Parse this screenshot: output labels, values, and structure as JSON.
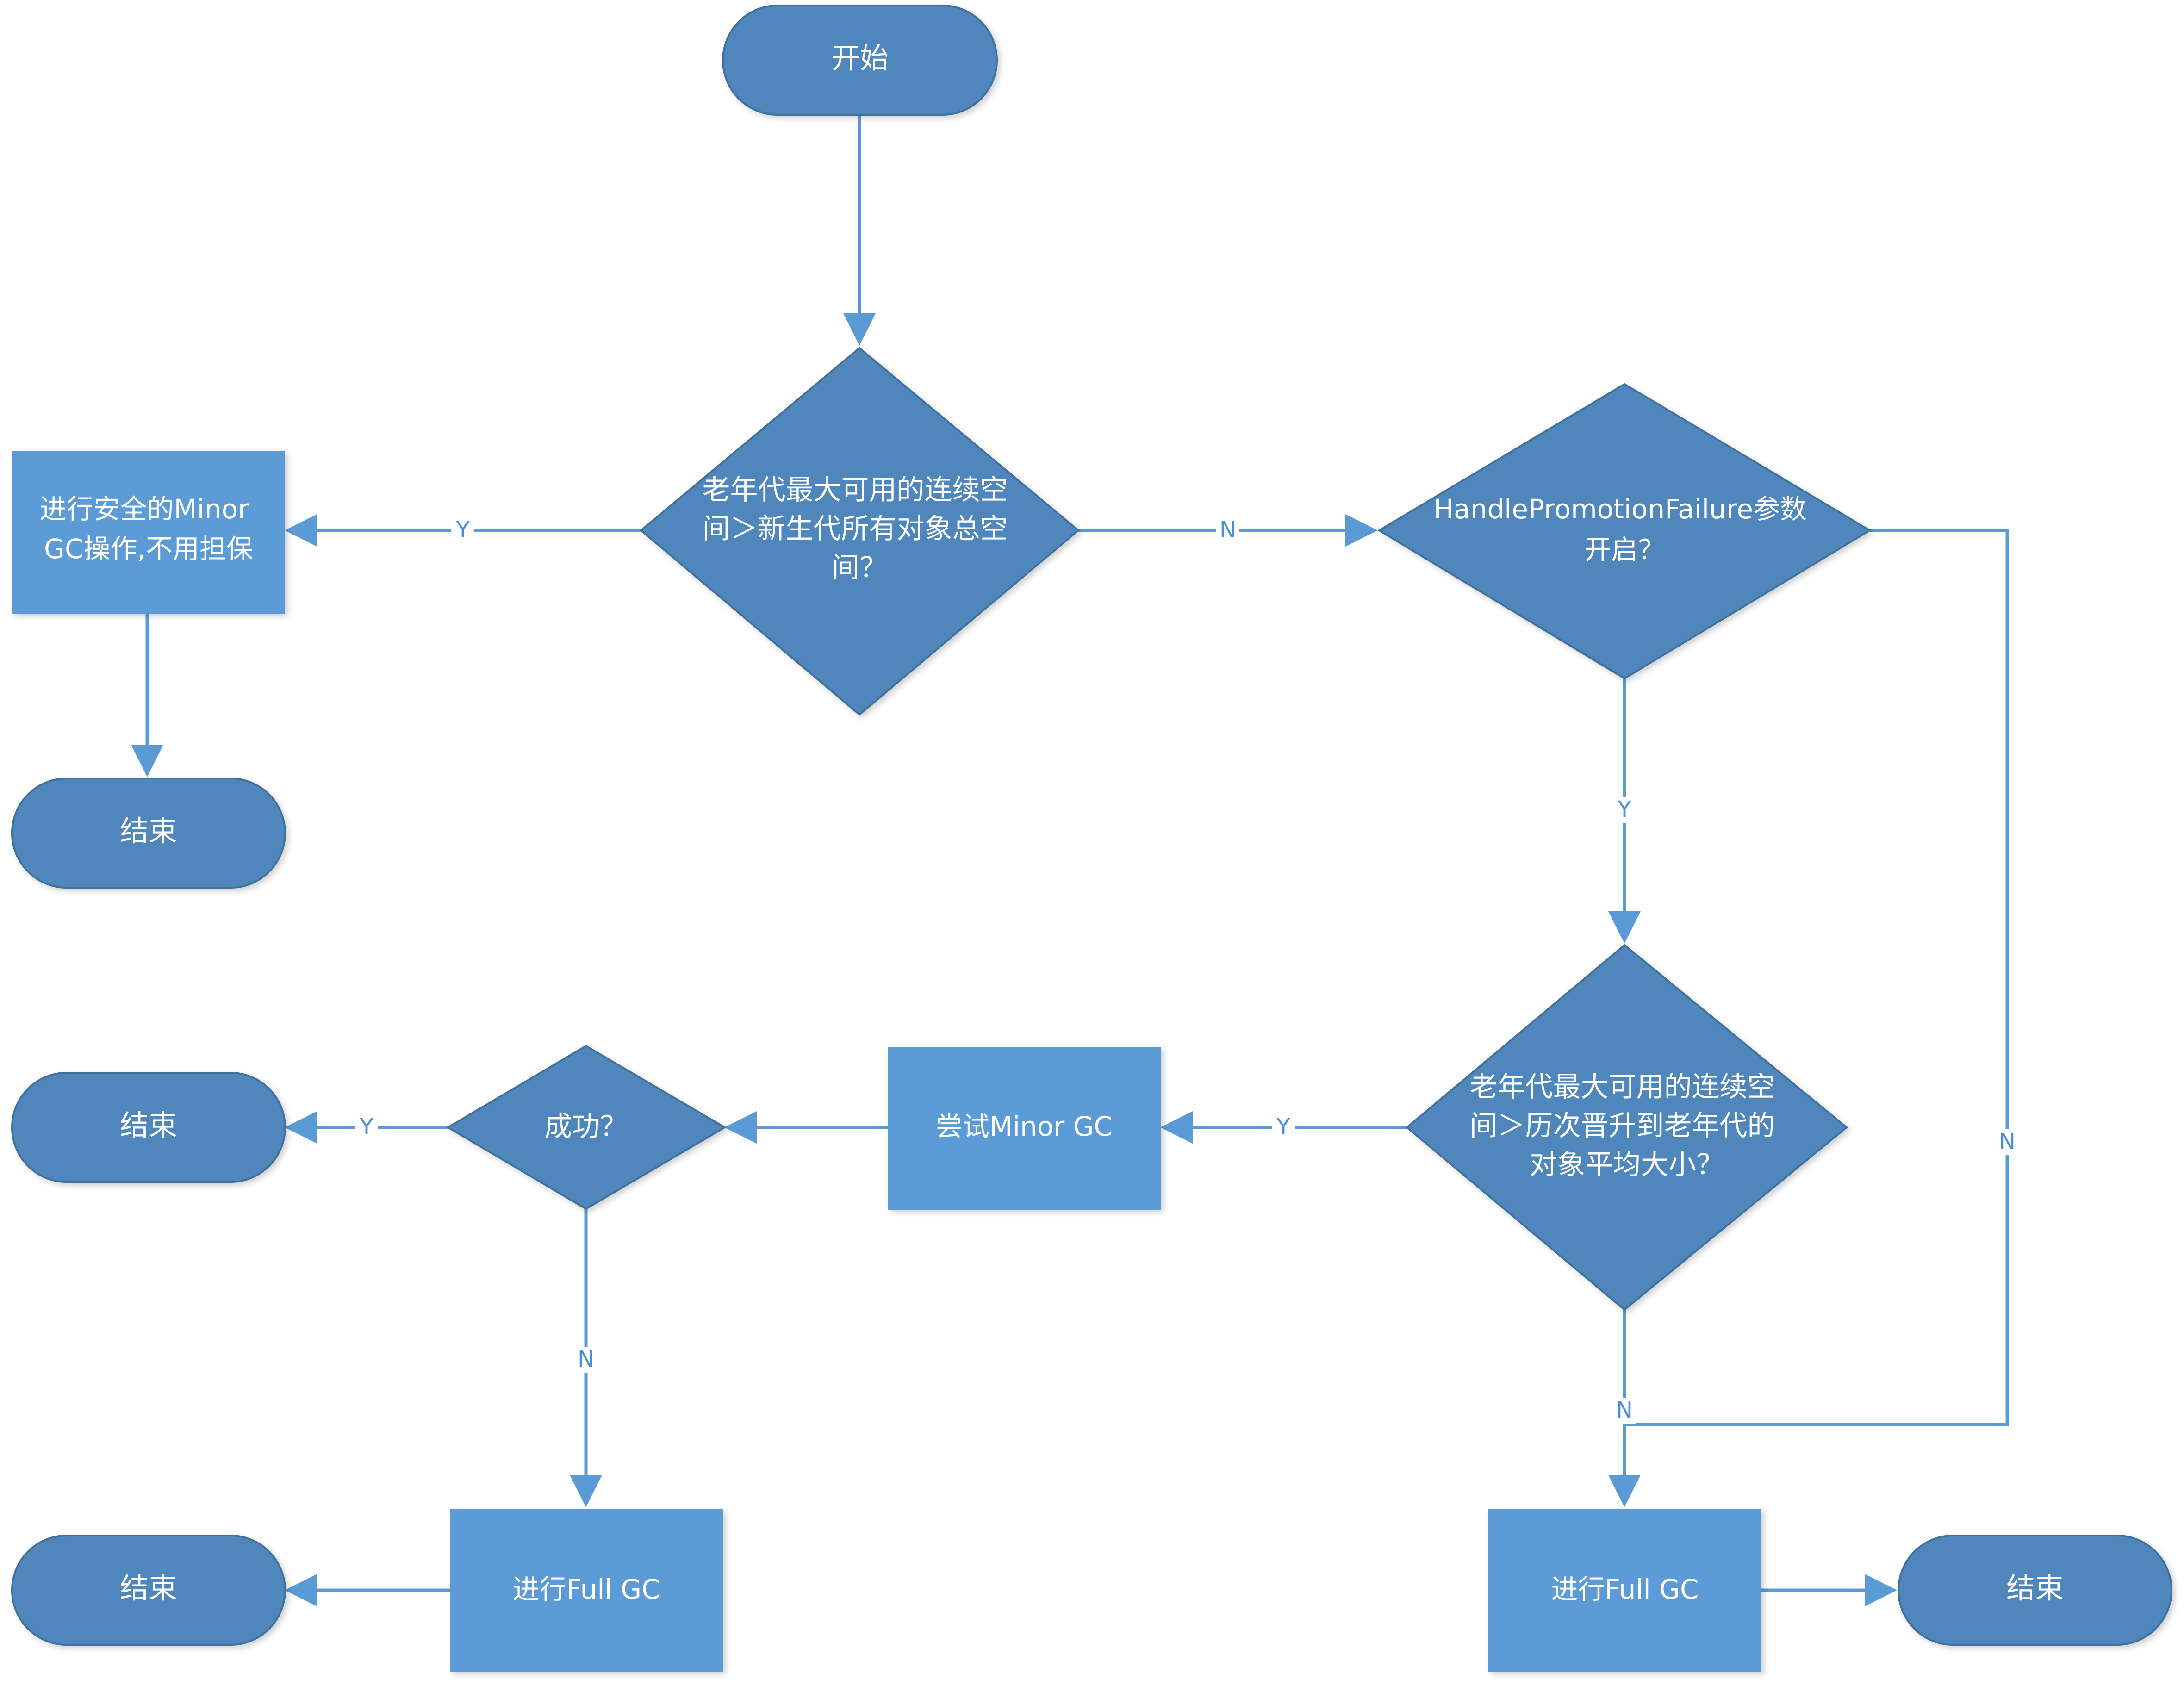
{
  "colors": {
    "terminal": "#4f86bb",
    "decision": "#4f86bb",
    "process": "#5b9bd5",
    "edge": "#5b9bd5",
    "edge_label": "#4a8fd6"
  },
  "nodes": {
    "start": {
      "text": "开始"
    },
    "d1": {
      "lines": [
        "老年代最大可用的连续空",
        "间＞新生代所有对象总空",
        "间？"
      ]
    },
    "p_safe": {
      "lines": [
        "进行安全的Minor",
        "GC操作,不用担保"
      ]
    },
    "end1": {
      "text": "结束"
    },
    "d2": {
      "lines": [
        "HandlePromotionFailure参数",
        "开启？"
      ]
    },
    "d3": {
      "lines": [
        "老年代最大可用的连续空",
        "间＞历次晋升到老年代的",
        "对象平均大小？"
      ]
    },
    "p_try": {
      "text": "尝试Minor GC"
    },
    "d4": {
      "text": "成功？"
    },
    "end2": {
      "text": "结束"
    },
    "p_full_left": {
      "text": "进行Full GC"
    },
    "end3": {
      "text": "结束"
    },
    "p_full_right": {
      "text": "进行Full GC"
    },
    "end4": {
      "text": "结束"
    }
  },
  "edge_labels": {
    "d1_y": "Y",
    "d1_n": "N",
    "d2_y": "Y",
    "d2_n": "N",
    "d3_y": "Y",
    "d3_n": "N",
    "d4_y": "Y",
    "d4_n": "N"
  }
}
